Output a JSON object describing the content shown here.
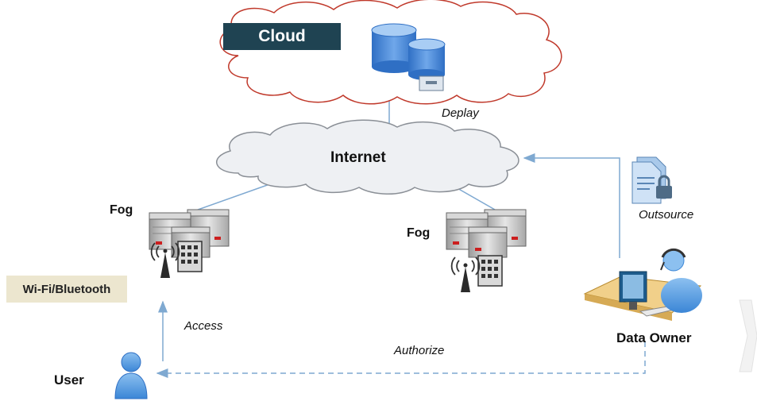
{
  "nodes": {
    "cloud": "Cloud",
    "internet": "Internet",
    "fog_left": "Fog",
    "fog_right": "Fog",
    "wifi": "Wi-Fi/Bluetooth",
    "user": "User",
    "data_owner": "Data Owner"
  },
  "edges": {
    "deploy": "Deplay",
    "outsource": "Outsource",
    "access": "Access",
    "authorize": "Authorize"
  },
  "colors": {
    "cloud_outline": "#c0392b",
    "link_line": "#7fa9d1",
    "badge_dark": "#1f4352",
    "badge_light": "#ece6cf",
    "server_red": "#cc1f1f",
    "db_blue": "#3f7fd0"
  },
  "icons": [
    "database-icon",
    "server-rack-icon",
    "wireless-tower-icon",
    "building-icon",
    "document-lock-icon",
    "user-icon",
    "data-owner-workstation-icon",
    "chevron-right-icon"
  ]
}
